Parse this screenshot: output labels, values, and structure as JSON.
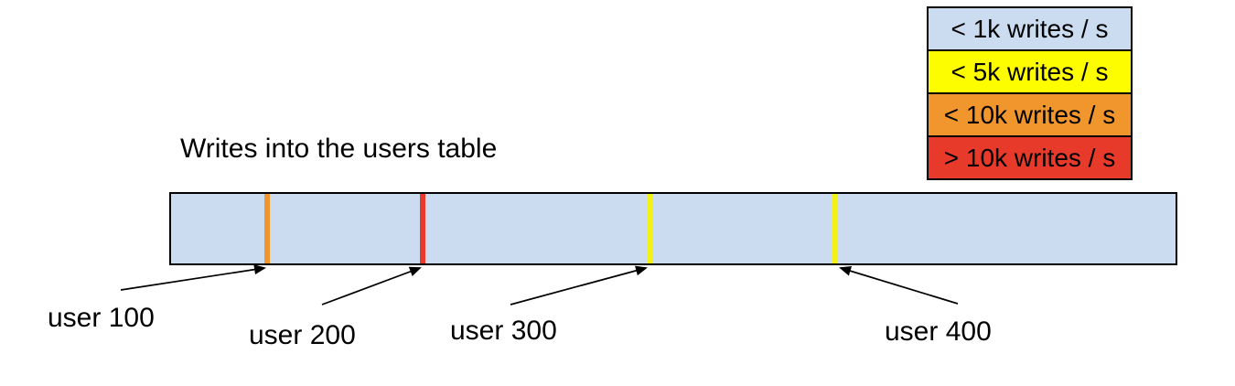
{
  "diagram": {
    "title": "Writes into the users table",
    "legend": {
      "items": [
        {
          "label": "< 1k writes / s",
          "color": "#cbdcf1"
        },
        {
          "label": "< 5k writes / s",
          "color": "#fdfd00"
        },
        {
          "label": "< 10k writes / s",
          "color": "#f0962d"
        },
        {
          "label": "> 10k writes / s",
          "color": "#e83a2b"
        }
      ]
    },
    "bar": {
      "fill": "#cbdcf1",
      "border_color": "#000000",
      "markers": [
        {
          "user": "user 100",
          "rate": "< 10k writes / s",
          "color": "#f0962d"
        },
        {
          "user": "user 200",
          "rate": "> 10k writes / s",
          "color": "#e83a2b"
        },
        {
          "user": "user 300",
          "rate": "< 5k writes / s",
          "color": "#f2f214"
        },
        {
          "user": "user 400",
          "rate": "< 5k writes / s",
          "color": "#f2f214"
        }
      ]
    },
    "labels": {
      "user100": "user 100",
      "user200": "user 200",
      "user300": "user 300",
      "user400": "user 400"
    }
  }
}
